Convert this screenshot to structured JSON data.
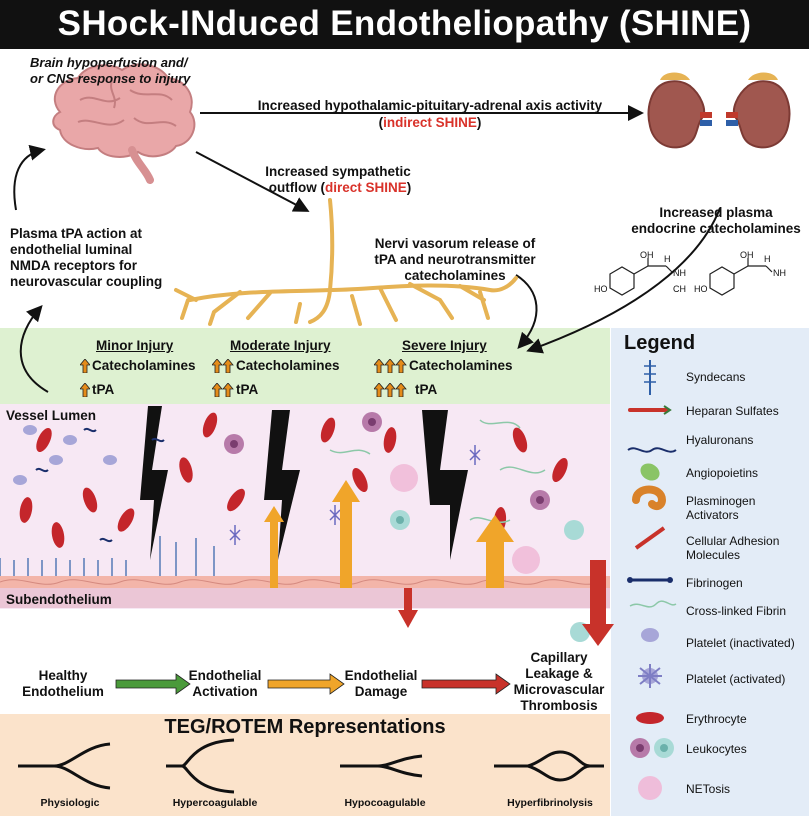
{
  "title": "SHock-INduced Endotheliopathy (SHINE)",
  "brain_label": "Brain hypoperfusion and/\nor CNS response to injury",
  "hpa_text": "Increased hypothalamic-pituitary-adrenal axis activity",
  "indirect_shine": "indirect SHINE",
  "symp_text": "Increased sympathetic",
  "symp_text2": "outflow",
  "direct_shine": "direct SHINE",
  "plasma_tpa": "Plasma tPA action at\nendothelial luminal\nNMDA receptors for\nneurovascular coupling",
  "nervi": "Nervi vasorum release of\ntPA and neurotransmitter\ncatecholamines",
  "plasma_endocrine": "Increased plasma\nendocrine catecholamines",
  "chem": {
    "oh": "OH",
    "h": "H",
    "nh3": "NH",
    "ho": "HO",
    "ch3": "CH"
  },
  "injuries": [
    {
      "heading": "Minor Injury",
      "cat": "Catecholamines",
      "tpa": "tPA"
    },
    {
      "heading": "Moderate Injury",
      "cat": "Catecholamines",
      "tpa": "tPA"
    },
    {
      "heading": "Severe Injury",
      "cat": "Catecholamines",
      "tpa": "tPA"
    }
  ],
  "vessel_lumen": "Vessel Lumen",
  "subendothelium": "Subendothelium",
  "stages": [
    "Healthy\nEndothelium",
    "Endothelial\nActivation",
    "Endothelial\nDamage",
    "Capillary\nLeakage &\nMicrovascular\nThrombosis"
  ],
  "teg": {
    "title": "TEG/ROTEM Representations",
    "labels": [
      "Physiologic",
      "Hypercoagulable",
      "Hypocoagulable",
      "Hyperfibrinolysis"
    ]
  },
  "legend": {
    "title": "Legend",
    "items": [
      "Syndecans",
      "Heparan Sulfates",
      "Hyaluronans",
      "Angiopoietins",
      "Plasminogen\nActivators",
      "Cellular Adhesion\nMolecules",
      "Fibrinogen",
      "Cross-linked Fibrin",
      "Platelet (inactivated)",
      "Platelet (activated)",
      "Erythrocyte",
      "Leukocytes",
      "NETosis"
    ]
  },
  "colors": {
    "red_text": "#d9322a",
    "injury_band": "#def1d1",
    "lumen": "#f7e8f4",
    "legend_bg": "#e3ecf7",
    "teg_bg": "#fbe3cb",
    "arrow_green": "#4a9a3a",
    "arrow_orange": "#f0a52a",
    "arrow_red": "#c8322a"
  }
}
